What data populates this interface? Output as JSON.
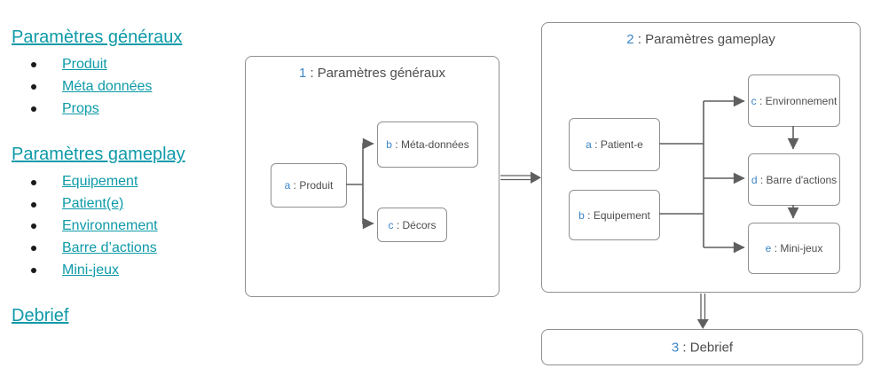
{
  "colors": {
    "teal": "#0e9aa8",
    "blue": "#3c85c8",
    "ink": "#4d4d4d",
    "border": "#8f8f8f",
    "line": "#5f5f5f"
  },
  "sidebar": {
    "sections": [
      {
        "title": "Paramètres généraux",
        "items": [
          "Produit",
          "Méta données",
          "Props"
        ]
      },
      {
        "title": "Paramètres gameplay",
        "items": [
          "Equipement",
          "Patient(e)",
          "Environnement",
          "Barre d’actions",
          "Mini-jeux"
        ]
      },
      {
        "title": "Debrief",
        "items": []
      }
    ]
  },
  "diagram": {
    "sep": " : ",
    "containers": [
      {
        "number": "1",
        "title": "Paramètres généraux",
        "nodes": [
          {
            "key": "a",
            "label": "Produit"
          },
          {
            "key": "b",
            "label": "Méta-données"
          },
          {
            "key": "c",
            "label": "Décors"
          }
        ]
      },
      {
        "number": "2",
        "title": "Paramètres gameplay",
        "nodes": [
          {
            "key": "a",
            "label": "Patient-e"
          },
          {
            "key": "b",
            "label": "Equipement"
          },
          {
            "key": "c",
            "label": "Environnement"
          },
          {
            "key": "d",
            "label": "Barre d'actions"
          },
          {
            "key": "e",
            "label": "Mini-jeux"
          }
        ]
      },
      {
        "number": "3",
        "title": "Debrief",
        "nodes": []
      }
    ]
  }
}
